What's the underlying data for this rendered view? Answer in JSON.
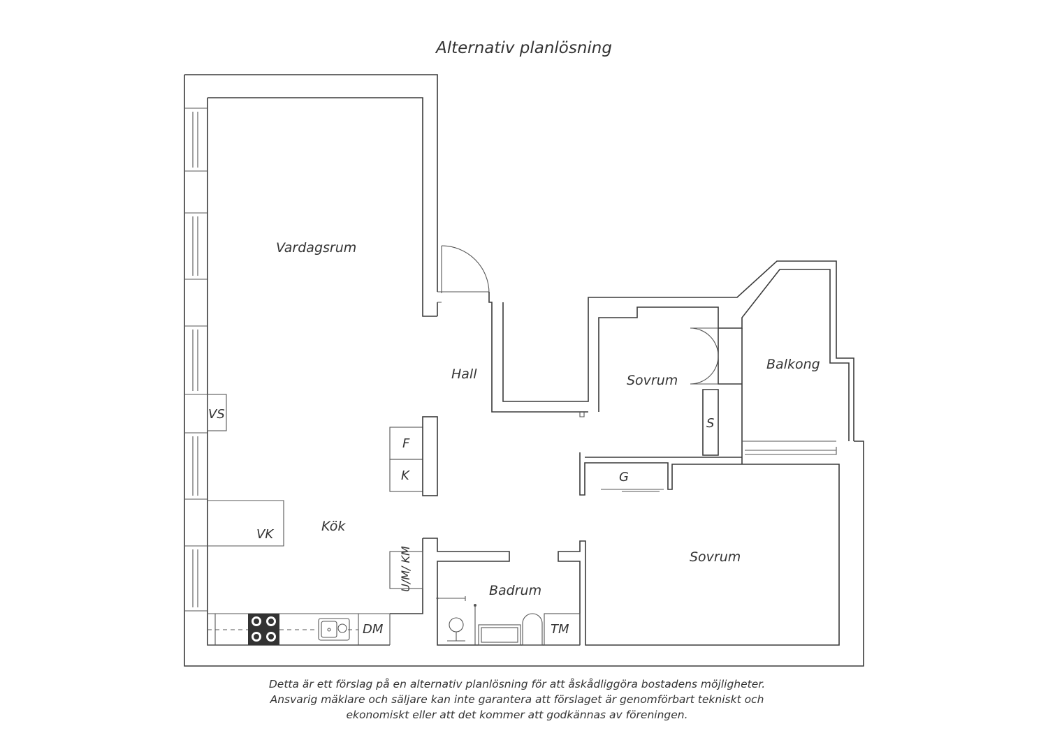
{
  "title": "Alternativ planlösning",
  "rooms": {
    "vardagsrum": "Vardagsrum",
    "hall": "Hall",
    "sovrum_upper": "Sovrum",
    "balkong": "Balkong",
    "kok": "Kök",
    "badrum": "Badrum",
    "sovrum_lower": "Sovrum"
  },
  "fixtures": {
    "vs": "VS",
    "f": "F",
    "k": "K",
    "s": "S",
    "g": "G",
    "vk": "VK",
    "um_km": "U/M/ KM",
    "dm": "DM",
    "tm": "TM"
  },
  "disclaimer": [
    "Detta är ett förslag på en alternativ planlösning för att åskådliggöra bostadens möjligheter.",
    "Ansvarig mäklare och säljare kan inte garantera att förslaget är genomförbart tekniskt och",
    "ekonomiskt eller att det kommer att godkännas av föreningen."
  ],
  "colors": {
    "wall": "#3a3a3a",
    "stove": "#333333",
    "background": "#ffffff"
  }
}
